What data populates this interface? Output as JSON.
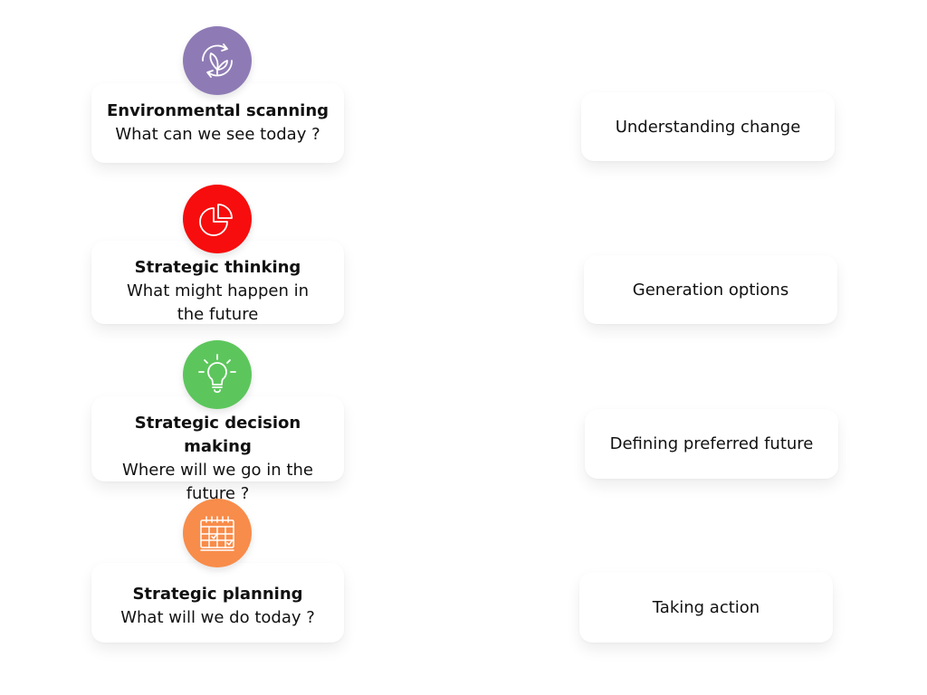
{
  "steps": [
    {
      "title": "Environmental scanning",
      "question": "What can we see today ?",
      "icon": "leaf-cycle-icon",
      "color": "#8e7bb5"
    },
    {
      "title": "Strategic thinking",
      "question": "What might happen in the future",
      "icon": "pie-chart-icon",
      "color": "#f70d0d"
    },
    {
      "title": "Strategic decision making",
      "question": "Where will we go in the future ?",
      "icon": "lightbulb-icon",
      "color": "#5cc65c"
    },
    {
      "title": "Strategic planning",
      "question": "What will we do today ?",
      "icon": "calendar-icon",
      "color": "#f88c4a"
    }
  ],
  "outcomes": [
    {
      "label": "Understanding change"
    },
    {
      "label": "Generation options"
    },
    {
      "label": "Defining preferred future"
    },
    {
      "label": "Taking action"
    }
  ]
}
